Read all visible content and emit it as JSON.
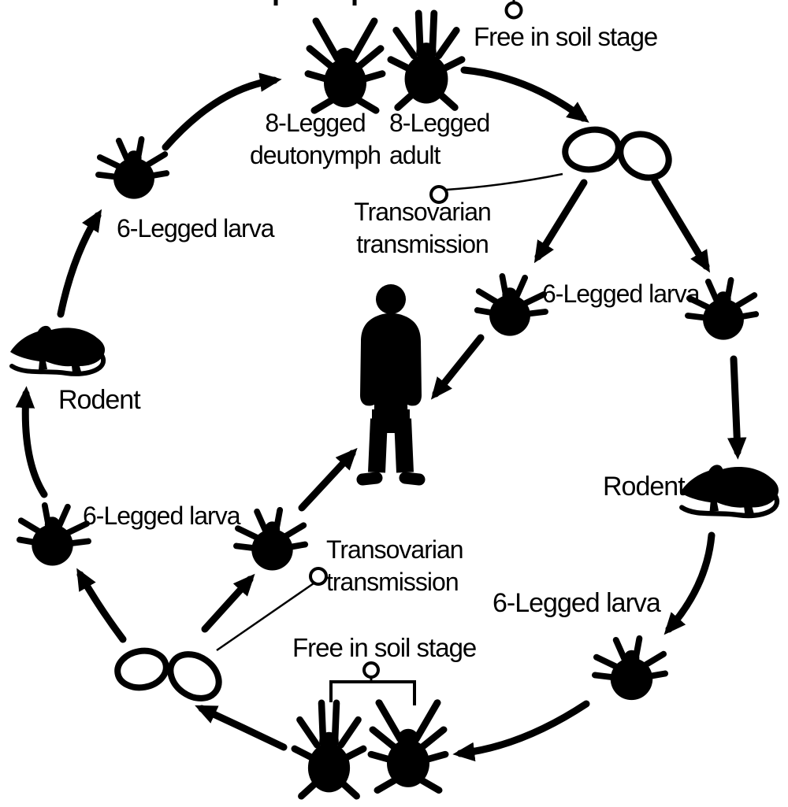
{
  "colors": {
    "ink": "#000000",
    "background": "#ffffff"
  },
  "labels": {
    "free_in_soil_top": "Free in soil stage",
    "deutonymph_line1": "8-Legged",
    "deutonymph_line2": "deutonymph",
    "adult_line1": "8-Legged",
    "adult_line2": "adult",
    "transovarian_top_line1": "Transovarian",
    "transovarian_top_line2": "transmission",
    "larva_upper_left": "6-Legged larva",
    "larva_right": "6-Legged larva",
    "rodent_left": "Rodent",
    "rodent_right": "Rodent",
    "larva_lower_right": "6-Legged larva",
    "larva_lower_left": "6-Legged larva",
    "transovarian_bottom_line1": "Transovarian",
    "transovarian_bottom_line2": "transmission",
    "free_in_soil_bottom": "Free in soil stage"
  },
  "icons": {
    "mite_deutonymph": "mite-deutonymph-icon",
    "mite_adult": "mite-adult-icon",
    "larva": "larva-mite-icon",
    "rodent": "rodent-icon",
    "human": "human-icon",
    "eggs": "eggs-icon",
    "leader_dot": "leader-dot-icon",
    "bracket": "bracket-icon",
    "arrow": "cycle-arrow-icon"
  }
}
